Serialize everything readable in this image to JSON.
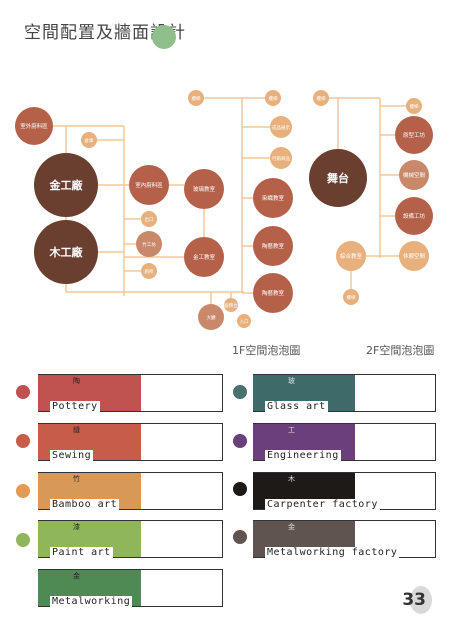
{
  "header": {
    "title": "空間配置及牆面設計"
  },
  "diagram": {
    "line_color": "#f0c89a",
    "nodes_1f": [
      {
        "id": "outdoor",
        "label": "室外廚料區",
        "color": "#b5614a"
      },
      {
        "id": "storage",
        "label": "倉庫",
        "color": "#e8b07c"
      },
      {
        "id": "metal",
        "label": "金工廠",
        "color": "#6b3f30"
      },
      {
        "id": "wood",
        "label": "木工廠",
        "color": "#6b3f30"
      },
      {
        "id": "indoor",
        "label": "室內廚料區",
        "color": "#b5614a"
      },
      {
        "id": "exit",
        "label": "出口",
        "color": "#e8b07c"
      },
      {
        "id": "bamboo",
        "label": "竹工坊",
        "color": "#c9886a"
      },
      {
        "id": "toilet",
        "label": "廁所",
        "color": "#e8b07c"
      },
      {
        "id": "glass",
        "label": "玻璃教室",
        "color": "#b5614a"
      },
      {
        "id": "metalroom",
        "label": "金工教室",
        "color": "#b5614a"
      },
      {
        "id": "lobby",
        "label": "大廳",
        "color": "#c9886a"
      },
      {
        "id": "serve",
        "label": "服務台",
        "color": "#e8b07c"
      },
      {
        "id": "entry",
        "label": "入口",
        "color": "#e8b07c"
      },
      {
        "id": "stair1",
        "label": "樓梯",
        "color": "#e8b07c"
      },
      {
        "id": "stair2",
        "label": "樓梯",
        "color": "#e8b07c"
      },
      {
        "id": "exhibit",
        "label": "成品展示",
        "color": "#e8b07c"
      },
      {
        "id": "craft",
        "label": "行銷商品",
        "color": "#e8b07c"
      },
      {
        "id": "dye",
        "label": "染織教室",
        "color": "#b5614a"
      },
      {
        "id": "pottery",
        "label": "陶藝教室",
        "color": "#b5614a"
      },
      {
        "id": "kiln",
        "label": "陶藝教室",
        "color": "#b5614a"
      }
    ],
    "nodes_2f": [
      {
        "id": "stage",
        "label": "舞台",
        "color": "#6b3f30"
      },
      {
        "id": "stair3",
        "label": "樓梯",
        "color": "#e8b07c"
      },
      {
        "id": "stair4",
        "label": "樓梯",
        "color": "#e8b07c"
      },
      {
        "id": "model",
        "label": "原型工坊",
        "color": "#b5614a"
      },
      {
        "id": "mech",
        "label": "機械空間",
        "color": "#c9886a"
      },
      {
        "id": "design",
        "label": "設備工坊",
        "color": "#b5614a"
      },
      {
        "id": "lounge",
        "label": "綜合教室",
        "color": "#e8b07c"
      },
      {
        "id": "meet",
        "label": "休憩空間",
        "color": "#e8b07c"
      },
      {
        "id": "stair5",
        "label": "樓梯",
        "color": "#e8b07c"
      }
    ],
    "caption_1f": "1F空間泡泡圖",
    "caption_2f": "2F空間泡泡圖"
  },
  "legend": [
    {
      "label": "Pottery",
      "ch": "陶",
      "color": "#c0524f",
      "dot": "#c0524f"
    },
    {
      "label": "Glass art",
      "ch": "玻",
      "color": "#3f6a6a",
      "dot": "#4a7070"
    },
    {
      "label": "Sewing",
      "ch": "縫",
      "color": "#c85c4a",
      "dot": "#c85c4a"
    },
    {
      "label": "Engineering",
      "ch": "工",
      "color": "#6a3f7a",
      "dot": "#6a3f7a"
    },
    {
      "label": "Bamboo art",
      "ch": "竹",
      "color": "#d89858",
      "dot": "#e39a52"
    },
    {
      "label": "Carpenter factory",
      "ch": "木",
      "color": "#1e1a18",
      "dot": "#1e1a18"
    },
    {
      "label": "Paint art",
      "ch": "漆",
      "color": "#8fb65a",
      "dot": "#8fb65a"
    },
    {
      "label": "Metalworking  factory",
      "ch": "金",
      "color": "#5f5450",
      "dot": "#5f5450"
    },
    {
      "label": "Metalworking",
      "ch": "金",
      "color": "#4f8a55",
      "dot": ""
    }
  ],
  "page": {
    "number": "33"
  }
}
